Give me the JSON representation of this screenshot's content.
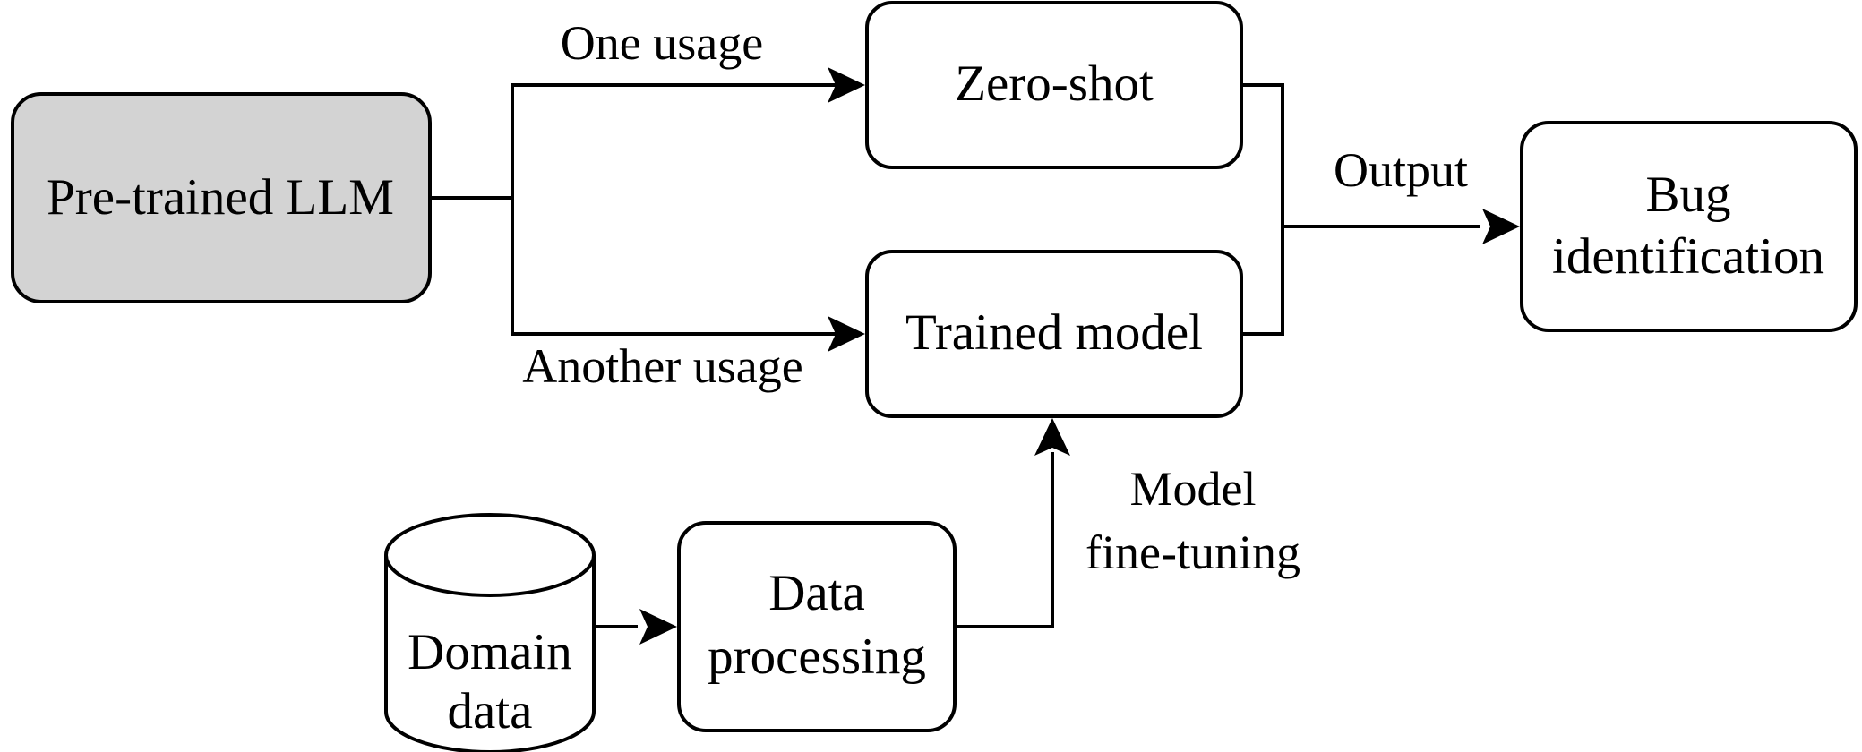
{
  "nodes": {
    "pretrained_llm": {
      "label": "Pre-trained LLM",
      "fill": "#d3d3d3"
    },
    "zero_shot": {
      "label": "Zero-shot",
      "fill": "#ffffff"
    },
    "trained_model": {
      "label": "Trained model",
      "fill": "#ffffff"
    },
    "bug_identification": {
      "line1": "Bug",
      "line2": "identification",
      "fill": "#ffffff"
    },
    "domain_data": {
      "line1": "Domain",
      "line2": "data",
      "fill": "#ffffff"
    },
    "data_processing": {
      "line1": "Data",
      "line2": "processing",
      "fill": "#ffffff"
    }
  },
  "edges": {
    "one_usage": "One usage",
    "another_usage": "Another usage",
    "output": "Output",
    "fine_tuning": {
      "line1": "Model",
      "line2": "fine-tuning"
    }
  }
}
